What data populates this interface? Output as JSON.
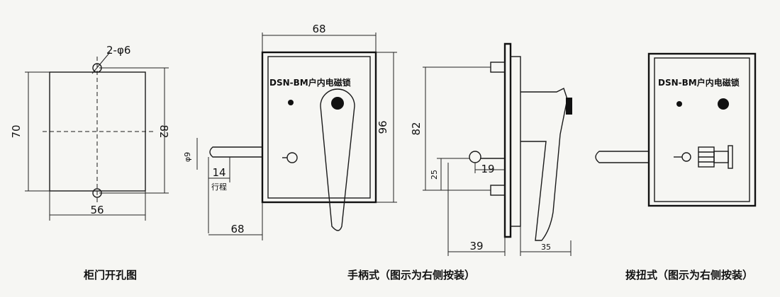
{
  "captions": {
    "cutout": "柜门开孔图",
    "handle_type": "手柄式（图示为右侧按装）",
    "knob_type": "拨扭式（图示为右侧按装）"
  },
  "plate_text": "DSN-BM户内电磁锁",
  "cutout_dims": {
    "holes": "2-φ6",
    "height": "70",
    "hole_spacing": "82",
    "width": "56"
  },
  "handle_dims": {
    "width": "68",
    "height": "96",
    "bolt_dia": "φ9",
    "stroke": "14",
    "stroke_label": "行程",
    "offset": "68"
  },
  "side_dims": {
    "height": "82",
    "low": "25",
    "bolt": "19",
    "depth": "39",
    "handle_depth": "35"
  }
}
